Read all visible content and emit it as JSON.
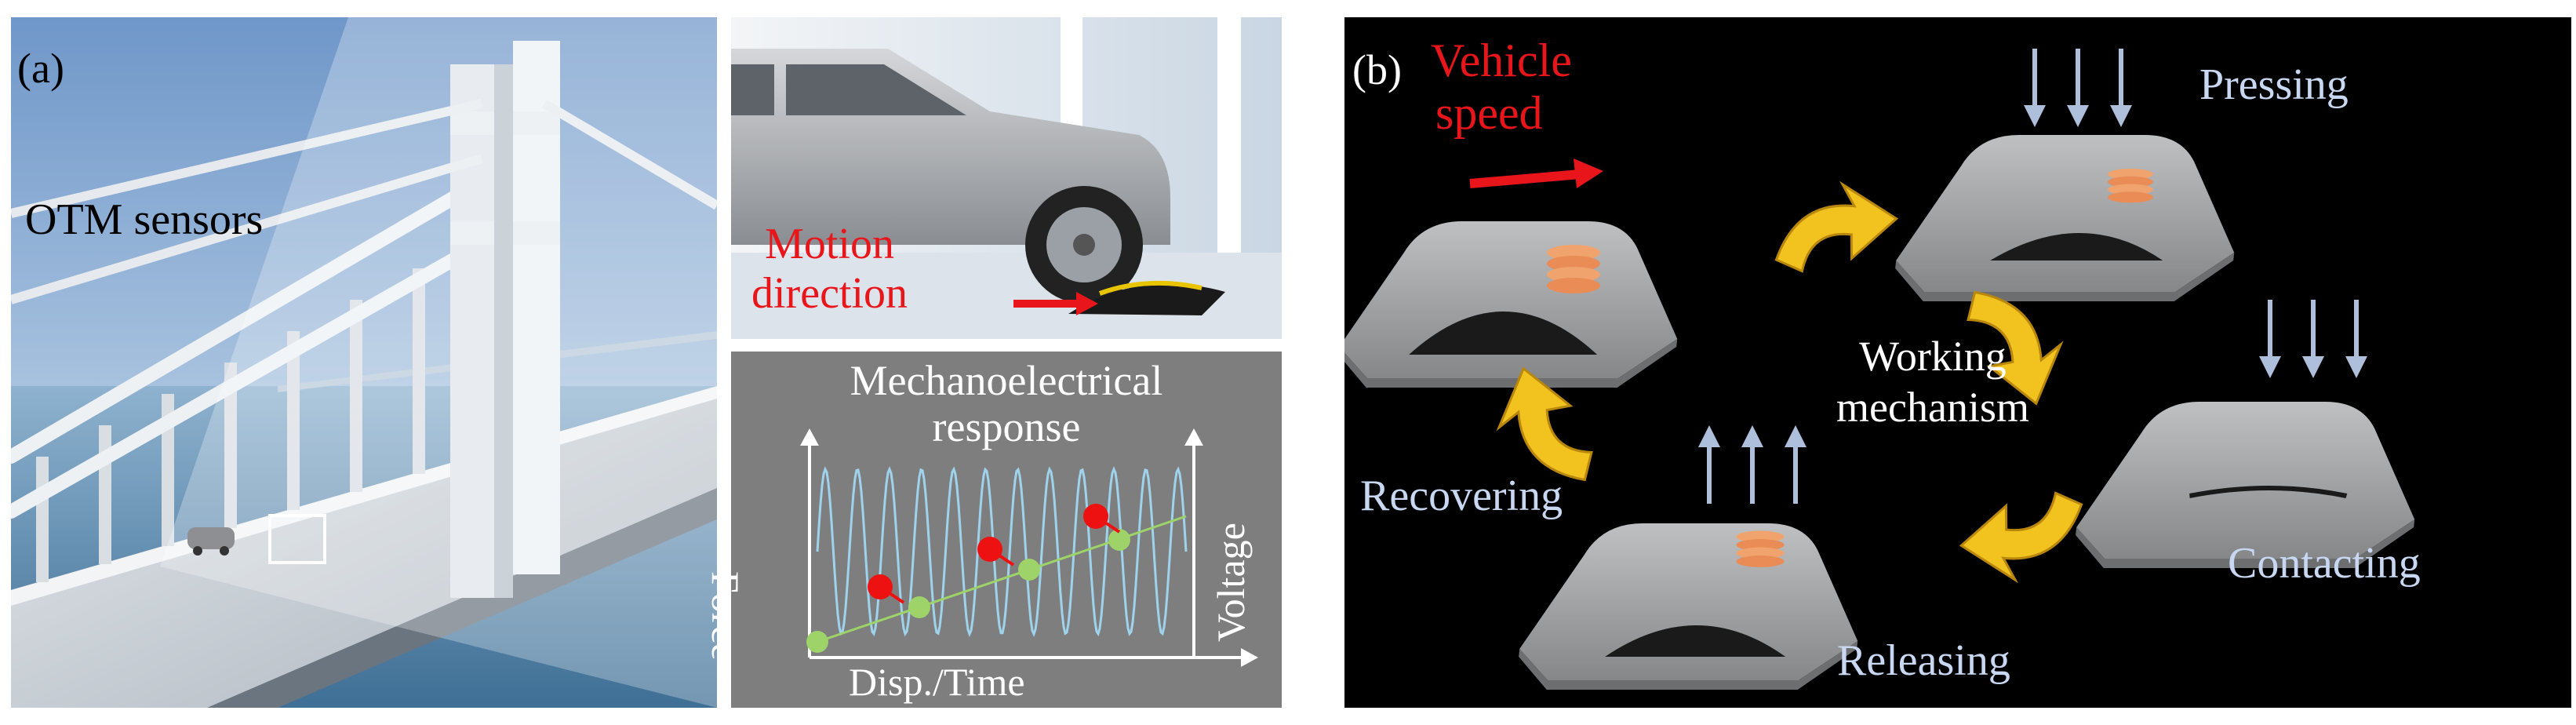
{
  "panel_a": {
    "label": "(a)",
    "sensors_label": "OTM sensors",
    "motion_label_line1": "Motion",
    "motion_label_line2": "direction",
    "response_title_line1": "Mechanoelectrical",
    "response_title_line2": "response",
    "y_left_label": "Force",
    "y_right_label": "Voltage",
    "x_label": "Disp./Time"
  },
  "panel_b": {
    "label": "(b)",
    "speed_line1": "Vehicle",
    "speed_line2": "speed",
    "center_line1": "Working",
    "center_line2": "mechanism",
    "stages": {
      "pressing": "Pressing",
      "contacting": "Contacting",
      "releasing": "Releasing",
      "recovering": "Recovering"
    }
  },
  "colors": {
    "red_text": "#e8151b",
    "light_blue_text": "#c9d8f2",
    "panel_b_bg": "#000000",
    "arrow_yellow": "#f2c31e",
    "plot_bg": "#7e7e7e",
    "sine": "#9fd3ec",
    "green_dot": "#9ed36a",
    "red_dot": "#ee1111"
  },
  "icons": [
    "bridge-illustration",
    "car-illustration",
    "sensor-pad-icon",
    "spring-icon",
    "curved-arrow-icon",
    "force-arrow-icon"
  ]
}
